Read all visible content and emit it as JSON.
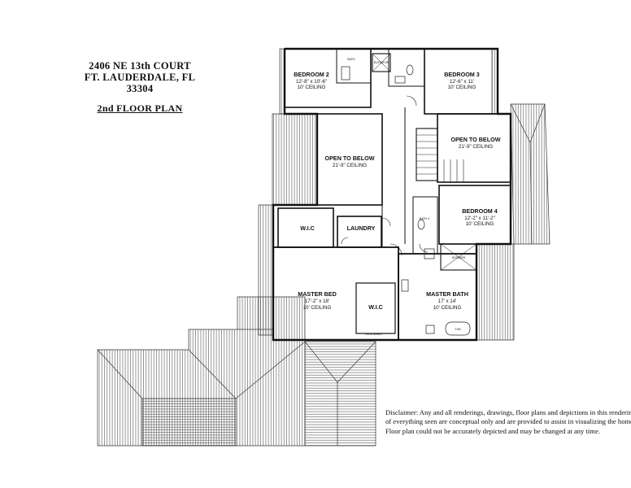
{
  "title": {
    "address_line1": "2406 NE 13th COURT",
    "address_line2": "FT. LAUDERDALE, FL 33304",
    "plan_name": "2nd FLOOR PLAN"
  },
  "rooms": {
    "bedroom2": {
      "name": "BEDROOM 2",
      "dims": "12'-8\" x 10'-6\"",
      "ceiling": "10' CEILING"
    },
    "bedroom3": {
      "name": "BEDROOM 3",
      "dims": "12'-6\" x 11'",
      "ceiling": "10' CEILING"
    },
    "open_left": {
      "name": "OPEN TO BELOW",
      "ceiling": "21'-9\" CEILING"
    },
    "open_right": {
      "name": "OPEN TO BELOW",
      "ceiling": "21'-9\" CEILING"
    },
    "bedroom4": {
      "name": "BEDROOM 4",
      "dims": "12'-2\" x 11'-2\"",
      "ceiling": "10' CEILING"
    },
    "wic_upper": {
      "name": "W.I.C"
    },
    "laundry": {
      "name": "LAUNDRY"
    },
    "master_bed": {
      "name": "MASTER BED",
      "dims": "17'-2\" x 18'",
      "ceiling": "10' CEILING"
    },
    "wic_master": {
      "name": "W.I.C"
    },
    "master_bath": {
      "name": "MASTER BATH",
      "dims": "17' x 14'",
      "ceiling": "10' CEILING"
    }
  },
  "small_labels": {
    "bath": "BATH",
    "elevator": "ELEVATOR",
    "bath4": "BATH 4",
    "shower": "SHOWER",
    "tub": "TUB",
    "shelf": "RS & SHELF"
  },
  "disclaimer": [
    "Disclaimer: Any and all renderings, drawings, floor plans and depictions in this rendering",
    "of everything seen are conceptual only and are provided to assist in visualizing the home.",
    "Floor plan could not be accurately depicted and may be changed at any time."
  ]
}
